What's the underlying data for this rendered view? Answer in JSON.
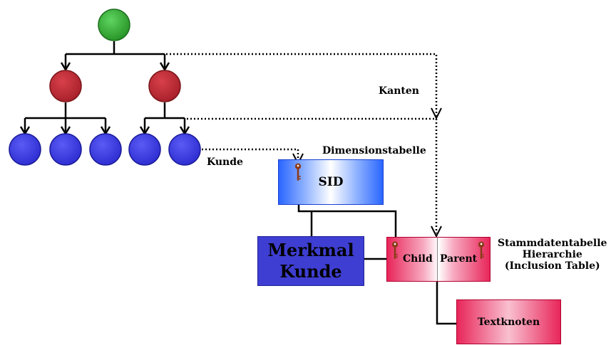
{
  "labels": {
    "kanten": "Kanten",
    "dimensionstabelle": "Dimensionstabelle",
    "kunde": "Kunde",
    "stammdaten_line1": "Stammdatentabelle",
    "stammdaten_line2": "Hierarchie",
    "stammdaten_line3": "(Inclusion Table)"
  },
  "boxes": {
    "sid": "SID",
    "merkmal_line1": "Merkmal",
    "merkmal_line2": "Kunde",
    "child": "Child",
    "parent": "Parent",
    "textknoten": "Textknoten"
  },
  "colors": {
    "root_node": "#2ea02e",
    "mid_node": "#b3262e",
    "leaf_node": "#3b3be0",
    "key": "#8b3a1a"
  }
}
